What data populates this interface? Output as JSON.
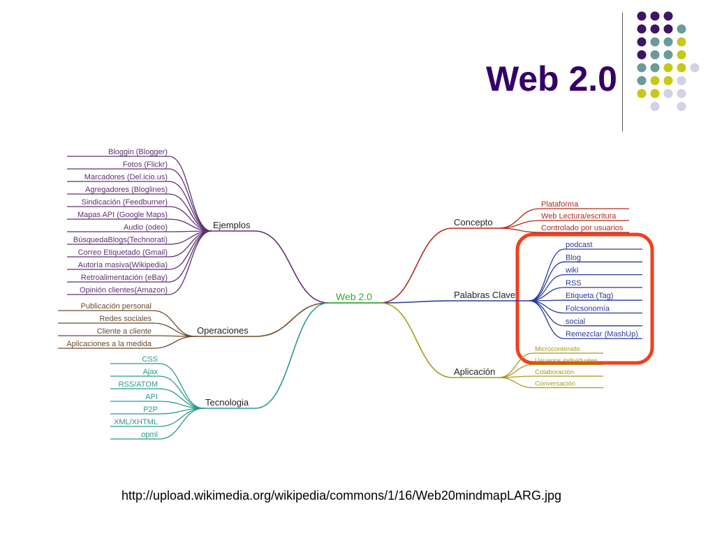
{
  "slide": {
    "title": "Web 2.0",
    "source_url": "http://upload.wikimedia.org/wikipedia/commons/1/16/Web20mindmapLARG.jpg"
  },
  "colors": {
    "title": "#330066",
    "dot_purple": "#3d1466",
    "dot_teal": "#6a9a9a",
    "dot_yellow": "#c8c818",
    "dot_lavender": "#d2d2e6",
    "highlight": "#f04020"
  },
  "mindmap": {
    "center": {
      "label": "Web 2.0",
      "color": "#33a833"
    },
    "branches": [
      {
        "key": "ejemplos",
        "label": "Ejemplos",
        "color": "#5c3070",
        "items": [
          "Bloggin (Blogger)",
          "Fotos (Flickr)",
          "Marcadores (Del.icio.us)",
          "Agregadores (Bloglines)",
          "Sindicación (Feedburner)",
          "Mapas API (Google Maps)",
          "Audio (odeo)",
          "BúsquedaBlogs(Technorati)",
          "Correo Etiquetado (Gmail)",
          "Autoría masiva(Wikipedia)",
          "Retroalimentación (eBay)",
          "Opinión clientes(Amazon)"
        ]
      },
      {
        "key": "operaciones",
        "label": "Operaciones",
        "color": "#6b4a2a",
        "items": [
          "Publicación personal",
          "Redes sociales",
          "Cliente a cliente",
          "Aplicaciones a la medida"
        ]
      },
      {
        "key": "tecnologia",
        "label": "Tecnologia",
        "color": "#2a9a8a",
        "items": [
          "CSS",
          "Ajax",
          "RSS/ATOM",
          "API",
          "P2P",
          "XML/XHTML",
          "opml"
        ]
      },
      {
        "key": "concepto",
        "label": "Concepto",
        "color": "#b02a1a",
        "items": [
          "Plataforma",
          "Web Lectura/escritura",
          "Controlado por usuarios"
        ]
      },
      {
        "key": "palabras",
        "label": "Palabras Clave",
        "color": "#2a3a9a",
        "items": [
          "podcast",
          "Blog",
          "wiki",
          "RSS",
          "Etiqueta (Tag)",
          "Folcsonomía",
          "social",
          "Remezclar (MashUp)"
        ]
      },
      {
        "key": "aplicacion",
        "label": "Aplicación",
        "color": "#a89a1a",
        "items": [
          "Microcontenido",
          "Usuarios individuales",
          "Colaboración",
          "Conversación"
        ]
      }
    ]
  }
}
